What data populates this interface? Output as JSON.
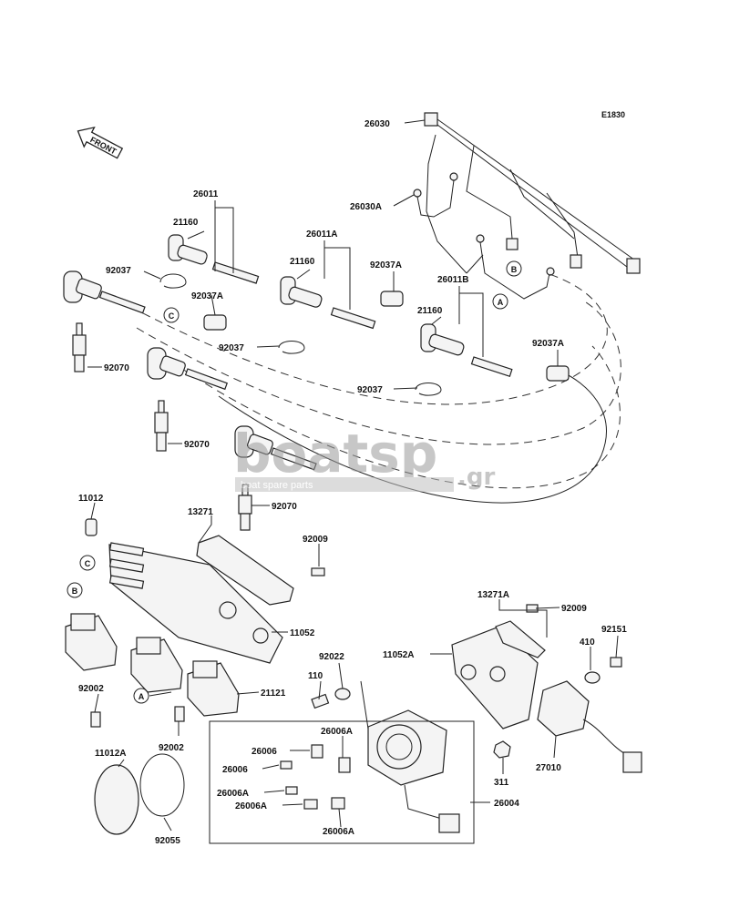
{
  "diagram_code": "E1830",
  "front_label": "FRONT",
  "watermark": {
    "brand": "boatsp",
    "tld": ".gr",
    "tagline": "boat spare parts"
  },
  "callouts": {
    "A": "A",
    "B": "B",
    "C": "C"
  },
  "parts": {
    "p26030": "26030",
    "p26030A": "26030A",
    "p26011": "26011",
    "p26011A": "26011A",
    "p26011B": "26011B",
    "p21160_1": "21160",
    "p21160_2": "21160",
    "p21160_3": "21160",
    "p92037_1": "92037",
    "p92037_2": "92037",
    "p92037_3": "92037",
    "p92037A_1": "92037A",
    "p92037A_2": "92037A",
    "p92037A_3": "92037A",
    "p92070_1": "92070",
    "p92070_2": "92070",
    "p92070_3": "92070",
    "p11012": "11012",
    "p13271": "13271",
    "p92009_1": "92009",
    "p11052": "11052",
    "p92002_1": "92002",
    "p92002_2": "92002",
    "p21121": "21121",
    "p11012A": "11012A",
    "p92055": "92055",
    "p13271A": "13271A",
    "p92009_2": "92009",
    "p92151": "92151",
    "p11052A": "11052A",
    "p92022": "92022",
    "p110": "110",
    "p410": "410",
    "p27010": "27010",
    "p311": "311",
    "p26004": "26004",
    "p26006_1": "26006",
    "p26006_2": "26006",
    "p26006A_1": "26006A",
    "p26006A_2": "26006A",
    "p26006A_3": "26006A",
    "p26006A_4": "26006A"
  }
}
